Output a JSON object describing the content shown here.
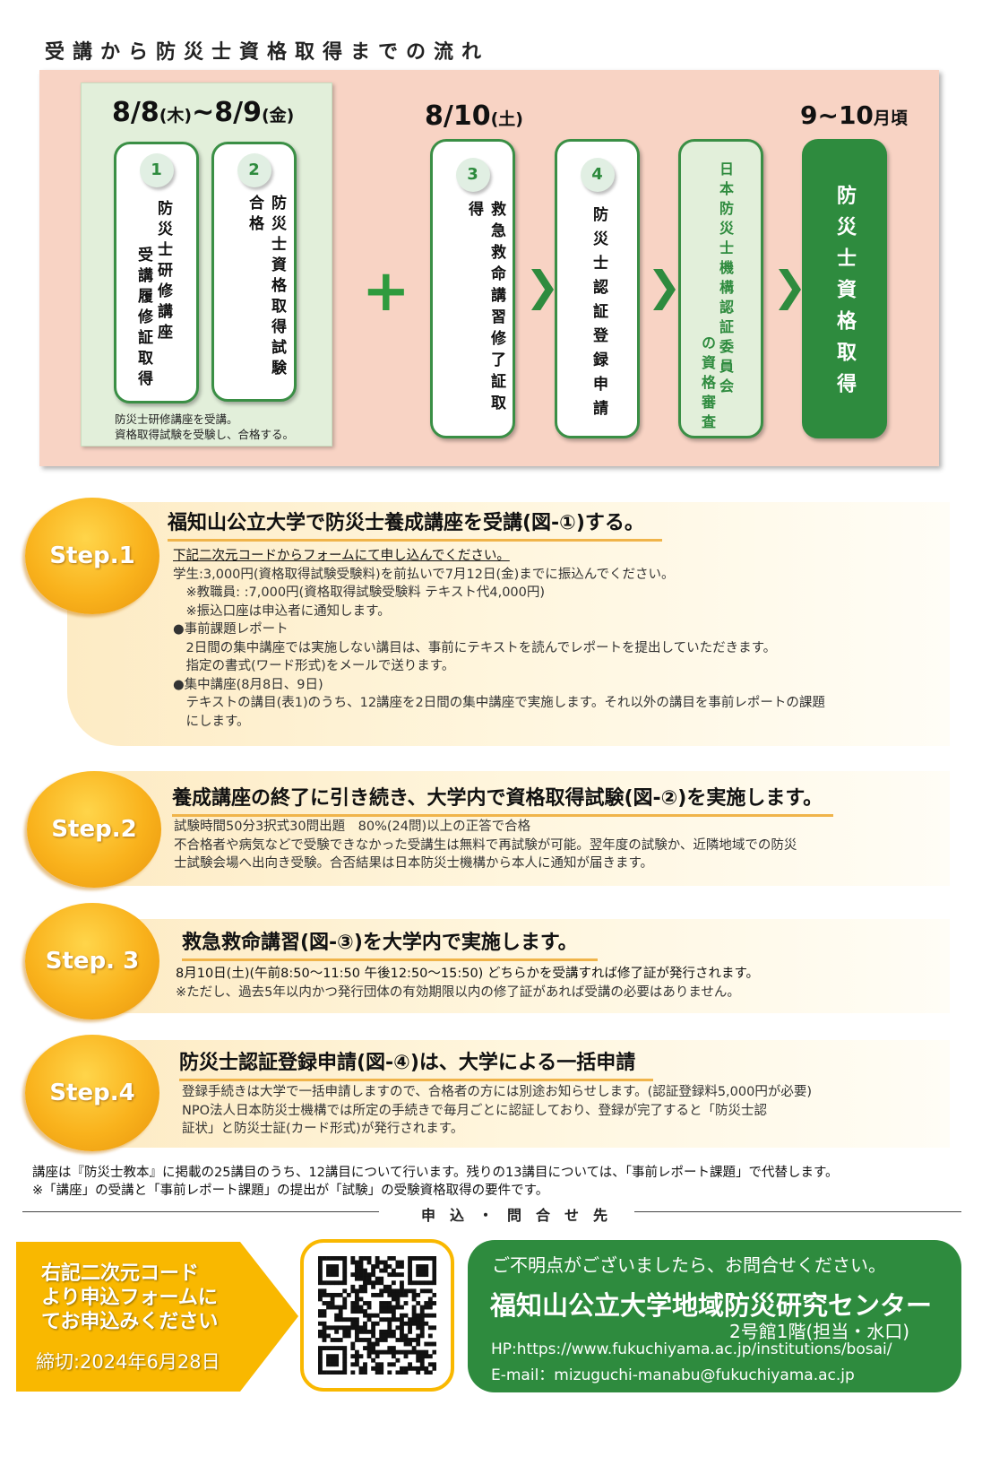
{
  "title": "受講から防災士資格取得までの流れ",
  "flow": {
    "group1": {
      "date_main1": "8/8",
      "date_day1": "(木)",
      "date_tilde": "~",
      "date_main2": "8/9",
      "date_day2": "(金)",
      "note_line1": "防災士研修講座を受講。",
      "note_line2": "資格取得試験を受験し、合格する。"
    },
    "plus": "+",
    "date_810_main": "8/10",
    "date_810_day": "(土)",
    "date_final_main": "9~10",
    "date_final_suffix": "月頃",
    "cards": [
      {
        "num": "1",
        "lines": [
          "防災士研修講座",
          "受講履修証取得"
        ]
      },
      {
        "num": "2",
        "lines": [
          "防災士資格取得試験合格"
        ]
      },
      {
        "num": "3",
        "lines": [
          "救急救命講習修了証取得"
        ]
      },
      {
        "num": "4",
        "lines": [
          "防災士認証登録申請"
        ]
      },
      {
        "lines": [
          "日本防災士機構認証委員会",
          "の資格審査"
        ]
      },
      {
        "lines": [
          "防災士資格取得"
        ]
      }
    ],
    "chevron": "❯"
  },
  "steps": [
    {
      "label": "Step.1",
      "title": "福知山公立大学で防災士養成講座を受講(図-①)する。",
      "lines": [
        "下記二次元コードからフォームにて申し込んでください。",
        "学生:3,000円(資格取得試験受験料)を前払いで7月12日(金)までに振込んでください。",
        "　※教職員: :7,000円(資格取得試験受験料 テキスト代4,000円)",
        "　※振込口座は申込者に通知します。",
        "●事前課題レポート",
        "　2日間の集中講座では実施しない講目は、事前にテキストを読んでレポートを提出していただきます。",
        "　指定の書式(ワード形式)をメールで送ります。",
        "●集中講座(8月8日、9日)",
        "　テキストの講目(表1)のうち、12講座を2日間の集中講座で実施します。それ以外の講目を事前レポートの課題",
        "　にします。"
      ]
    },
    {
      "label": "Step.2",
      "title": "養成講座の終了に引き続き、大学内で資格取得試験(図-②)を実施します。",
      "lines": [
        "試験時間50分3択式30問出題　80%(24問)以上の正答で合格",
        "不合格者や病気などで受験できなかった受講生は無料で再試験が可能。翌年度の試験か、近隣地域での防災",
        "士試験会場へ出向き受験。合否結果は日本防災士機構から本人に通知が届きます。"
      ]
    },
    {
      "label": "Step. 3",
      "title": "救急救命講習(図-③)を大学内で実施します。",
      "lines": [
        "8月10日(土)(午前8:50～11:50  午後12:50～15:50) どちらかを受講すれば修了証が発行されます。",
        "※ただし、過去5年以内かつ発行団体の有効期限以内の修了証があれば受講の必要はありません。"
      ]
    },
    {
      "label": "Step.4",
      "title": "防災士認証登録申請(図-④)は、大学による一括申請",
      "lines": [
        "登録手続きは大学で一括申請しますので、合格者の方には別途お知らせします。(認証登録料5,000円が必要)",
        "NPO法人日本防災士機構では所定の手続きで毎月ごとに認証しており、登録が完了すると「防災士認",
        "証状」と防災士証(カード形式)が発行されます。"
      ]
    }
  ],
  "footnotes": [
    "講座は『防災士教本』に掲載の25講目のうち、12講目について行います。残りの13講目については、「事前レポート課題」で代替します。",
    "※「講座」の受講と「事前レポート課題」の提出が「試験」の受験資格取得の要件です。"
  ],
  "contact_heading": "申込・問合せ先",
  "apply": {
    "lines": [
      "右記二次元コード",
      "より申込フォームに",
      "てお申込みください"
    ],
    "deadline": "締切:2024年6月28日"
  },
  "contact": {
    "intro": "ご不明点がございましたら、お問合せください。",
    "org": "福知山公立大学地域防災研究センター",
    "room": "2号館1階(担当・水口)",
    "hp": "HP:https://www.fukuchiyama.ac.jp/institutions/bosai/",
    "email": "E-mail：mizuguchi-manabu@fukuchiyama.ac.jp"
  },
  "colors": {
    "green": "#2e8b3e",
    "pink": "#f8d3c4",
    "orange": "#f9b21c",
    "lightgreen": "#e2efda"
  }
}
